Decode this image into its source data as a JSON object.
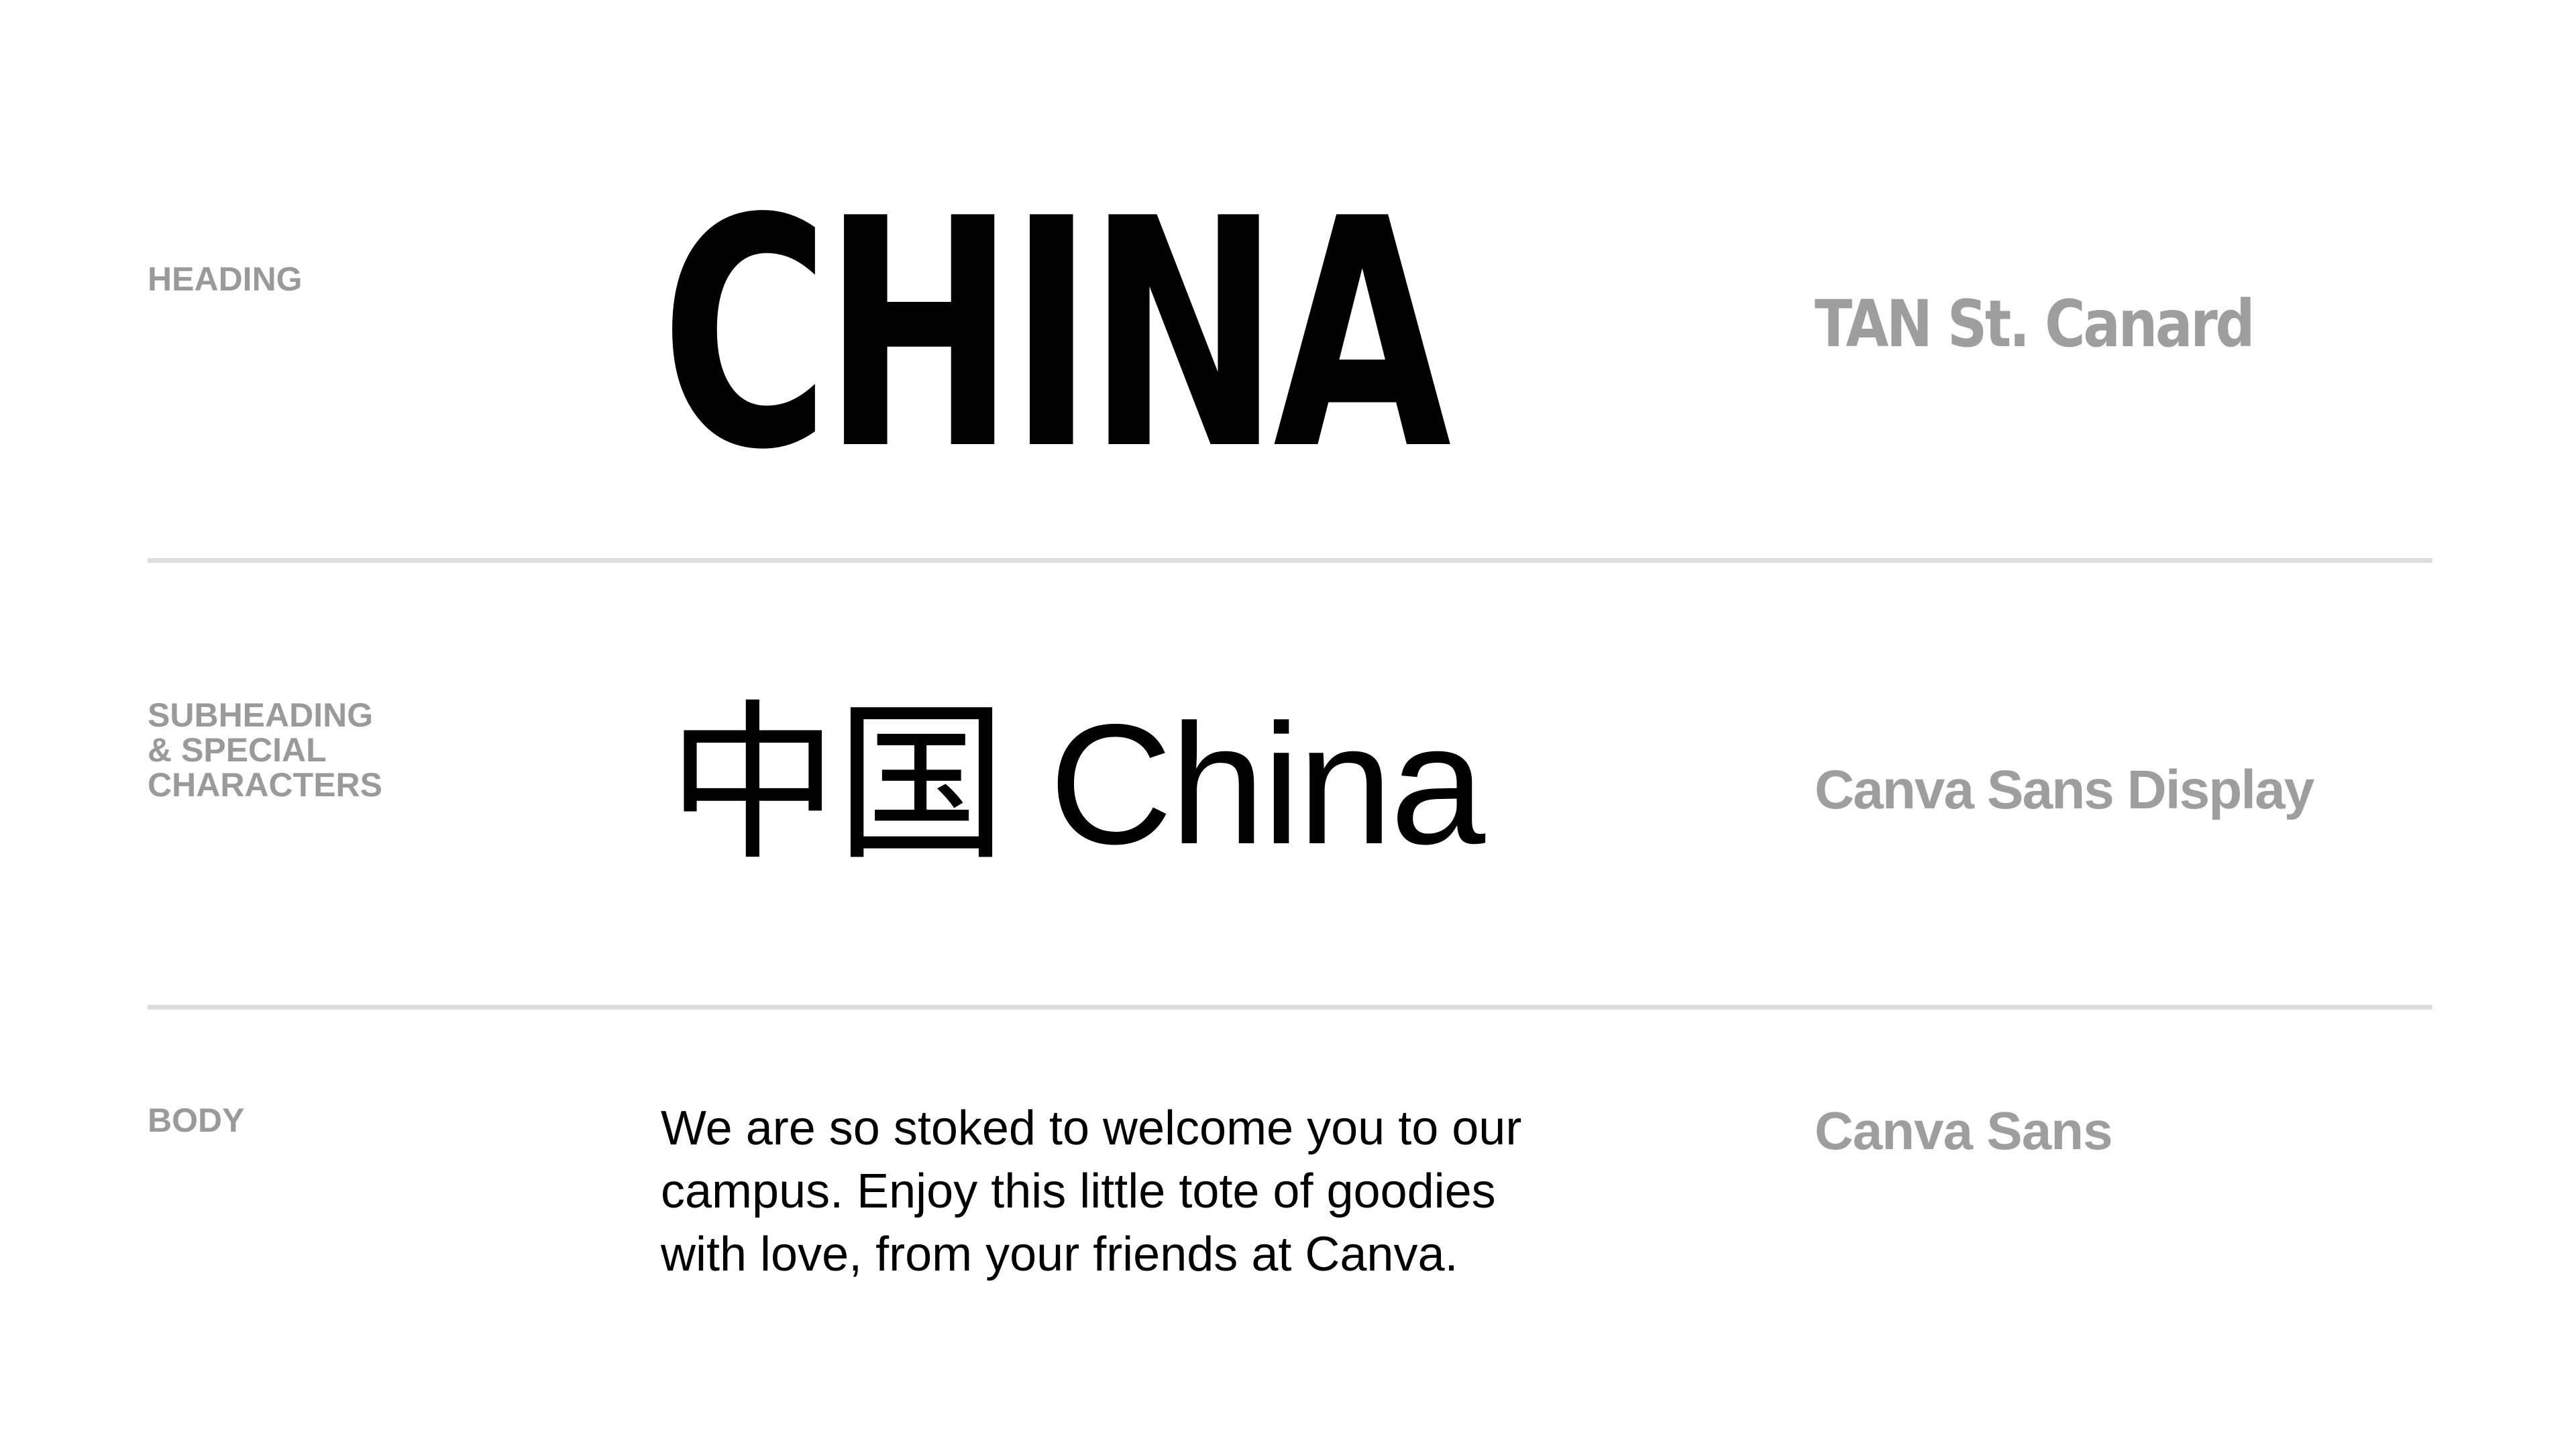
{
  "rows": {
    "heading": {
      "label": "HEADING",
      "sample": "CHINA",
      "font_name": "TAN St. Canard"
    },
    "subheading": {
      "label_lines": [
        "SUBHEADING",
        "& SPECIAL",
        "CHARACTERS"
      ],
      "sample": "中国 China",
      "font_name": "Canva Sans Display"
    },
    "body": {
      "label": "BODY",
      "sample": "We are so stoked to welcome you to our campus. Enjoy this little tote of goodies with love, from your friends at Canva.",
      "font_name": "Canva Sans"
    }
  },
  "colors": {
    "background": "#ffffff",
    "label_gray": "#9a9a9a",
    "font_name_gray": "#9e9e9e",
    "divider": "#dcdcdc",
    "sample_black": "#000000"
  }
}
